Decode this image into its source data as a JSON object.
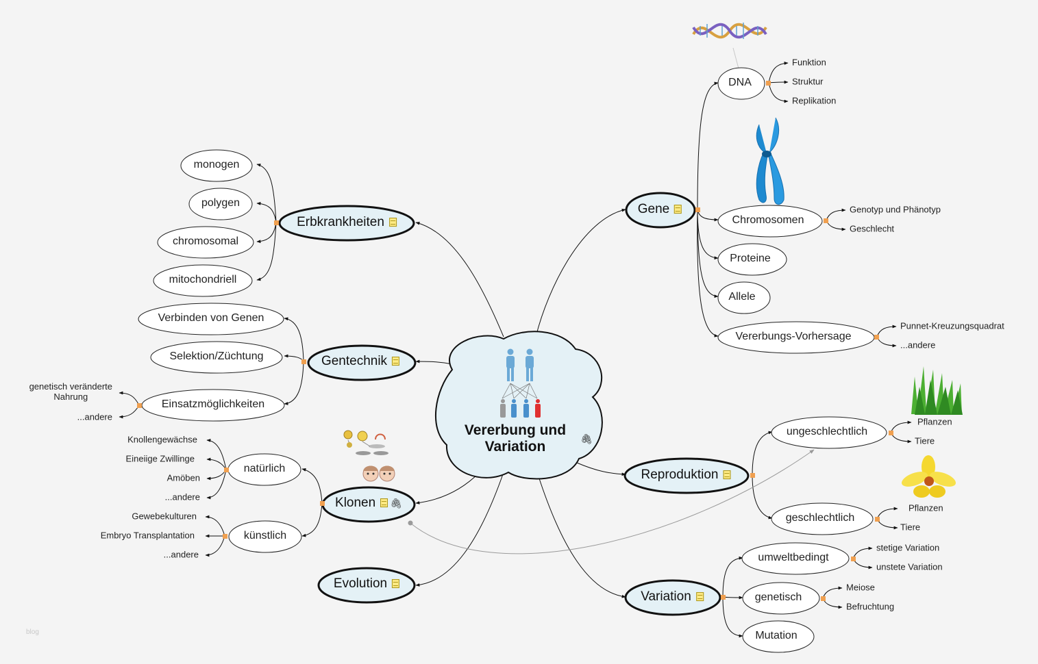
{
  "center": {
    "title": "Vererbung und\nVariation"
  },
  "branches": {
    "erbkrankheiten": {
      "label": "Erbkrankheiten",
      "children": [
        "monogen",
        "polygen",
        "chromosomal",
        "mitochondriell"
      ]
    },
    "gentechnik": {
      "label": "Gentechnik",
      "children": [
        "Verbinden von Genen",
        "Selektion/Züchtung",
        "Einsatzmöglichkeiten"
      ],
      "einsatz_children": [
        "genetisch veränderte\nNahrung",
        "...andere"
      ]
    },
    "klonen": {
      "label": "Klonen",
      "natuerlich": {
        "label": "natürlich",
        "children": [
          "Knollengewächse",
          "Eineiige Zwillinge",
          "Amöben",
          "...andere"
        ]
      },
      "kuenstlich": {
        "label": "künstlich",
        "children": [
          "Gewebekulturen",
          "Embryo Transplantation",
          "...andere"
        ]
      }
    },
    "evolution": {
      "label": "Evolution"
    },
    "gene": {
      "label": "Gene",
      "dna": {
        "label": "DNA",
        "children": [
          "Funktion",
          "Struktur",
          "Replikation"
        ]
      },
      "chromosomen": {
        "label": "Chromosomen",
        "children": [
          "Genotyp und Phänotyp",
          "Geschlecht"
        ]
      },
      "proteine": {
        "label": "Proteine"
      },
      "allele": {
        "label": "Allele"
      },
      "vorhersage": {
        "label": "Vererbungs-Vorhersage",
        "children": [
          "Punnet-Kreuzungsquadrat",
          "...andere"
        ]
      }
    },
    "reproduktion": {
      "label": "Reproduktion",
      "ungeschlechtlich": {
        "label": "ungeschlechtlich",
        "children": [
          "Pflanzen",
          "Tiere"
        ]
      },
      "geschlechtlich": {
        "label": "geschlechtlich",
        "children": [
          "Pflanzen",
          "Tiere"
        ]
      }
    },
    "variation": {
      "label": "Variation",
      "umweltbedingt": {
        "label": "umweltbedingt",
        "children": [
          "stetige Variation",
          "unstete Variation"
        ]
      },
      "genetisch": {
        "label": "genetisch",
        "children": [
          "Meiose",
          "Befruchtung"
        ]
      },
      "mutation": {
        "label": "Mutation"
      }
    }
  },
  "watermark": "blog",
  "colors": {
    "main_fill": "#e4f1f6",
    "connector": "#f0a050",
    "line": "#000000",
    "relation": "#9a9a9a"
  }
}
